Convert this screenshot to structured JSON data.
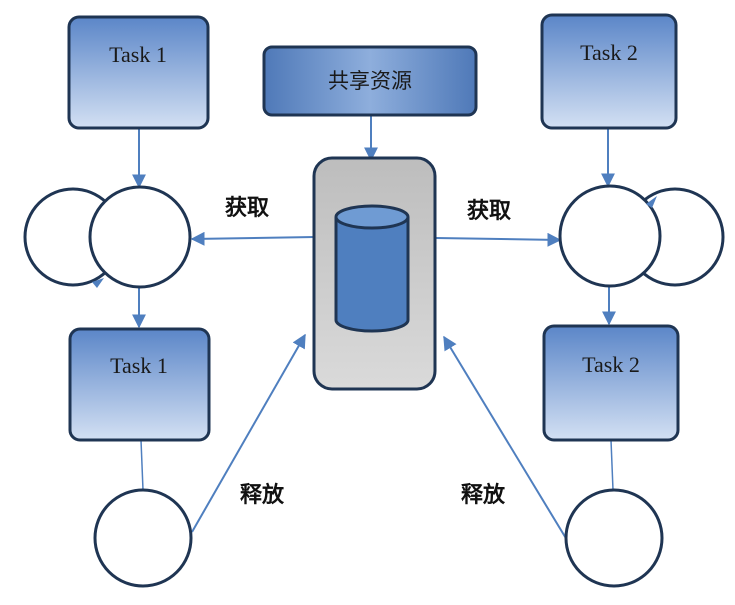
{
  "diagram": {
    "shared_resource_label": "共享资源",
    "left": {
      "task_top": "Task 1",
      "task_bottom": "Task 1",
      "acquire_label": "获取",
      "release_label": "释放"
    },
    "right": {
      "task_top": "Task 2",
      "task_bottom": "Task 2",
      "acquire_label": "获取",
      "release_label": "释放"
    }
  },
  "colors": {
    "box_fill_top": "#5b86c8",
    "box_fill_bottom": "#d3e0f3",
    "outline": "#1f3553",
    "arrow": "#4f7fbf",
    "cylinder": "#4f7fbf",
    "resource_container": "#c9c9c9"
  }
}
